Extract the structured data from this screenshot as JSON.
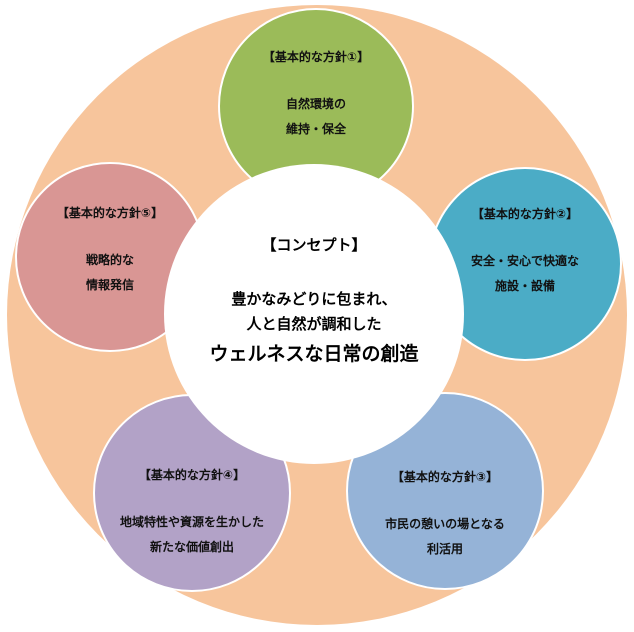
{
  "concept": {
    "title": "【コンセプト】",
    "line1": "豊かなみどりに包まれ、",
    "line2": "人と自然が調和した",
    "main": "ウェルネスな日常の創造"
  },
  "policies": [
    {
      "title": "【基本的な方針①】",
      "lines": [
        "自然環境の",
        "維持・保全"
      ],
      "color": "#9bbb59"
    },
    {
      "title": "【基本的な方針②】",
      "lines": [
        "安全・安心で快適な",
        "施設・設備"
      ],
      "color": "#4bacc6"
    },
    {
      "title": "【基本的な方針③】",
      "lines": [
        "市民の憩いの場となる",
        "利活用"
      ],
      "color": "#95b3d7"
    },
    {
      "title": "【基本的な方針④】",
      "lines": [
        "地域特性や資源を生かした",
        "新たな価値創出"
      ],
      "color": "#b2a2c7"
    },
    {
      "title": "【基本的な方針⑤】",
      "lines": [
        "戦略的な",
        "情報発信"
      ],
      "color": "#d99694"
    }
  ],
  "colors": {
    "outer_ring": "#f7c59c",
    "center": "#ffffff"
  }
}
